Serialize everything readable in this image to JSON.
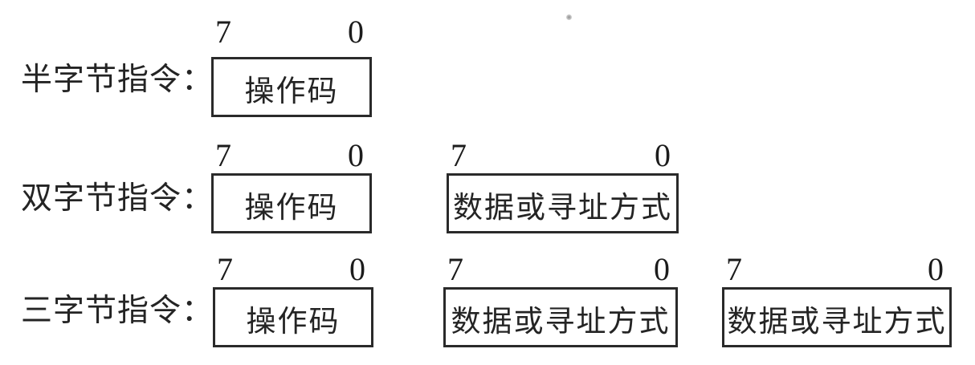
{
  "figure": {
    "title_semantic": "instruction-length-formats",
    "bit_high": "7",
    "bit_low": "0",
    "rows": [
      {
        "label": "半字节指令：",
        "boxes": [
          "操作码"
        ]
      },
      {
        "label": "双字节指令：",
        "boxes": [
          "操作码",
          "数据或寻址方式"
        ]
      },
      {
        "label": "三字节指令：",
        "boxes": [
          "操作码",
          "数据或寻址方式",
          "数据或寻址方式"
        ]
      }
    ]
  },
  "colors": {
    "ink": "#242424",
    "border": "#2a2a2a",
    "background": "#ffffff"
  }
}
